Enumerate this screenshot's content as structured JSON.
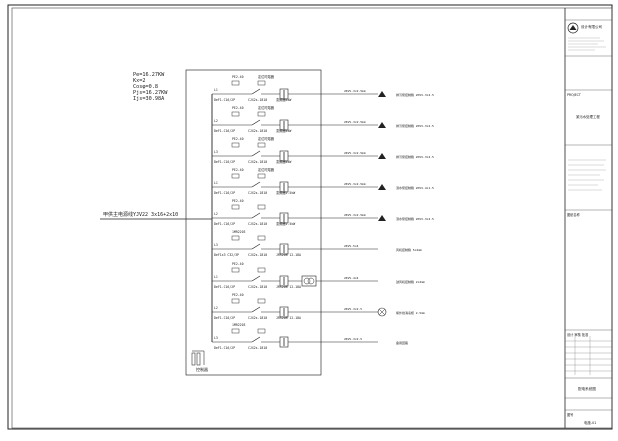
{
  "load_summary": {
    "lines": [
      "Pe=16.27KW",
      "Kx=2",
      "Cosφ=0.8",
      "Pjs=16.27KW",
      "Ijs=30.98A"
    ]
  },
  "incoming": {
    "label": "甲供主电源线YJV22 3x16+2x10"
  },
  "circuits": [
    {
      "tag_top": "PE2-40",
      "spd": "定位时熔器",
      "left_a": "L1",
      "left_b": "DeF1-C16/2P",
      "breaker": "CJX2s-1810",
      "device": "变频器4kW",
      "cable": "2KVV-3x2.5mm",
      "desc": "排污泵控制箱 2KVV-3x2.5"
    },
    {
      "tag_top": "PE2-40",
      "spd": "定位时熔器",
      "left_a": "L2",
      "left_b": "DeF1-C16/2P",
      "breaker": "CJX2s-1810",
      "device": "变频器4kW",
      "cable": "2KVV-3x2.5mm",
      "desc": "排污泵控制箱 2KVV-3x2.5"
    },
    {
      "tag_top": "PE2-40",
      "spd": "定位时熔器",
      "left_a": "L3",
      "left_b": "DeF1-C16/2P",
      "breaker": "CJX2s-1810",
      "device": "变频器4kW",
      "cable": "2KVV-3x2.5mm",
      "desc": "排污泵控制箱 2KVV-3x2.5"
    },
    {
      "tag_top": "PE2-40",
      "spd": "定位时熔器",
      "left_a": "L1",
      "left_b": "DeF1-C16/2P",
      "breaker": "CJX2s-1810",
      "device": "变频器1.5kW",
      "cable": "2KVV-3x2.5mm",
      "desc": "潜水泵控制箱 2KVV-4x1.5"
    },
    {
      "tag_top": "PE2-40",
      "spd": "",
      "left_a": "L2",
      "left_b": "DeF1-C16/2P",
      "breaker": "CJX2s-1810",
      "device": "变频器1.5kW",
      "cable": "2KVV-3x2.5mm",
      "desc": "潜水泵控制箱 2KVV-3x2.5"
    },
    {
      "tag_top": "1MR2203",
      "spd": "",
      "left_a": "L3",
      "left_b": "DeF1x3 C32/3P",
      "breaker": "CJX2s-1810",
      "device": "JRS20B 12-18A",
      "cable": "2KVV-5x4",
      "desc": "风机控制箱 5x4mm"
    },
    {
      "tag_top": "PE2-40",
      "spd": "",
      "left_a": "L1",
      "left_b": "DeF1-C16/2P",
      "breaker": "CJX2s-1810",
      "device": "JRS20B 12-18A",
      "cable": "2KVV-4x4",
      "desc": "鼓风机控制箱 2x4mm"
    },
    {
      "tag_top": "PE2-40",
      "spd": "",
      "left_a": "L2",
      "left_b": "DeF1-C16/2P",
      "breaker": "CJX2s-1810",
      "device": "JRS20B 12-18A",
      "cable": "2KVV-3x2.5",
      "desc": "紫外线消毒柜 2.5mm"
    },
    {
      "tag_top": "1MR2203",
      "spd": "",
      "left_a": "L3",
      "left_b": "DeF1-C16/2P",
      "breaker": "CJX2s-1810",
      "device": "",
      "cable": "2KVV-3x2.5",
      "desc": "备用回路"
    }
  ],
  "controller_label": "控制器",
  "title_block": {
    "company": "设计有限公司",
    "project_label": "PROJECT",
    "project_name": "某污水处理工程",
    "drawing_label": "图纸名称",
    "drawing_title": "配电系统图",
    "signatures_label": "设计 审核 批准",
    "sheet_label": "图号",
    "sheet_no": "电施-01"
  }
}
